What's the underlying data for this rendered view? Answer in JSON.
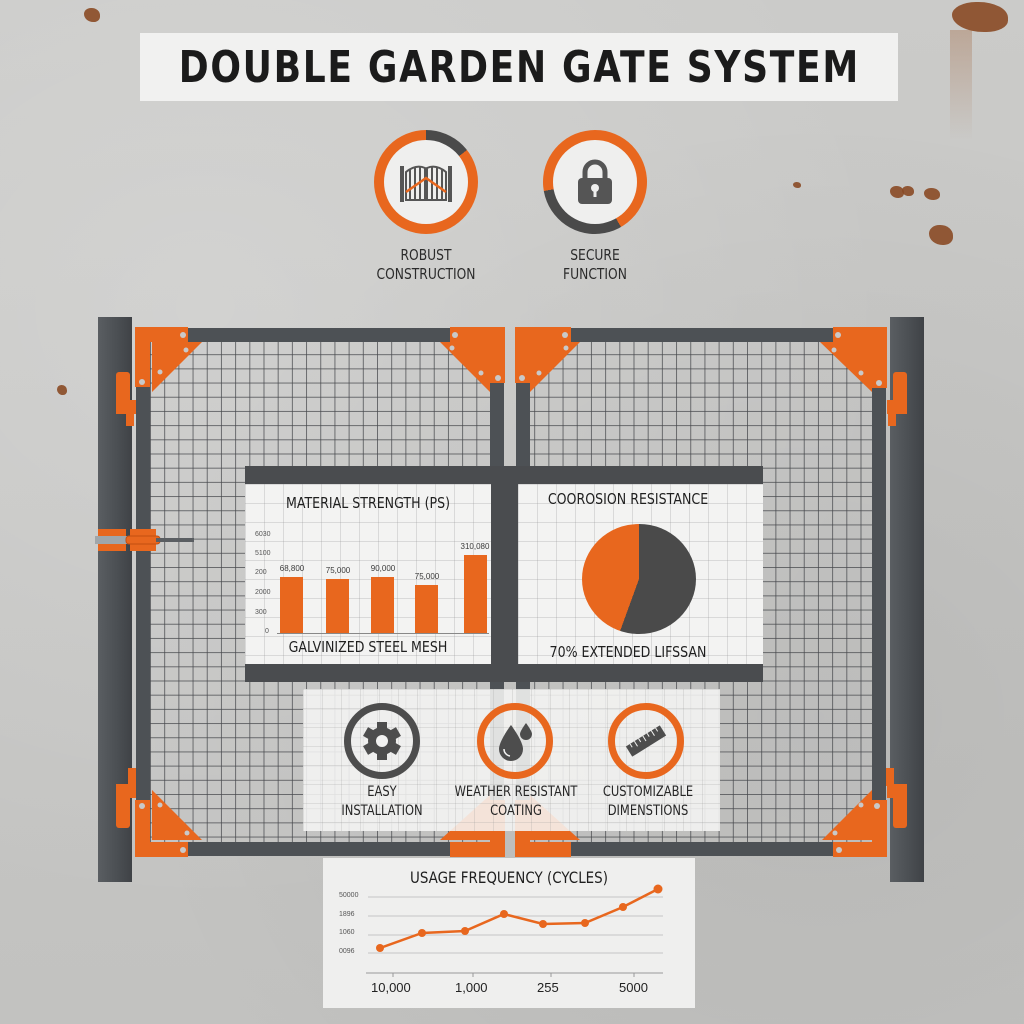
{
  "title": "DOUBLE GARDEN GATE SYSTEM",
  "colors": {
    "accent_orange": "#e8671e",
    "steel_gray": "#4d5155",
    "panel_white": "#f3f3f2",
    "background": "#c6c6c4",
    "text_dark": "#1f1f1f"
  },
  "top_features": [
    {
      "icon": "gate-icon",
      "line1": "ROBUST",
      "line2": "CONSTRUCTION"
    },
    {
      "icon": "padlock-icon",
      "line1": "SECURE",
      "line2": "FUNCTION"
    }
  ],
  "bottom_features": [
    {
      "icon": "gear-icon",
      "line1": "EASY",
      "line2": "INSTALLATION"
    },
    {
      "icon": "water-drop-icon",
      "line1": "WEATHER RESISTANT",
      "line2": "COATING"
    },
    {
      "icon": "ruler-icon",
      "line1": "CUSTOMIZABLE",
      "line2": "DIMENSTIONS"
    }
  ],
  "chart_data": [
    {
      "type": "bar",
      "title": "MATERIAL STRENGTH (PS)",
      "xlabel": "GALVINIZED STEEL MESH",
      "ylabel": "",
      "y_ticks": [
        "0",
        "300",
        "2000",
        "200",
        "5100",
        "6030"
      ],
      "categories": [
        "",
        "",
        "",
        "",
        ""
      ],
      "data_labels": [
        "68,800",
        "75,000",
        "90,000",
        "75,000",
        "310,080"
      ],
      "values": [
        68800,
        75000,
        90000,
        75000,
        310080
      ],
      "bar_heights_rel": [
        0.6,
        0.57,
        0.59,
        0.5,
        0.81
      ],
      "grid": true
    },
    {
      "type": "pie",
      "title": "COOROSION RESISTANCE",
      "caption": "70% EXTENDED LIFSSAN",
      "slices": [
        {
          "label": "orange",
          "value": 45,
          "color": "#e8671e"
        },
        {
          "label": "gray",
          "value": 55,
          "color": "#4a4a4a"
        }
      ]
    },
    {
      "type": "line",
      "title": "USAGE FREQUENCY (CYCLES)",
      "y_ticks": [
        "0096",
        "1060",
        "1896",
        "50000"
      ],
      "x_ticks": [
        "10,000",
        "1,000",
        "255",
        "5000"
      ],
      "series": [
        {
          "name": "cycles",
          "values_rel": [
            0.0,
            0.27,
            0.3,
            0.62,
            0.42,
            0.43,
            0.75,
            1.05
          ]
        }
      ],
      "grid": true
    }
  ]
}
